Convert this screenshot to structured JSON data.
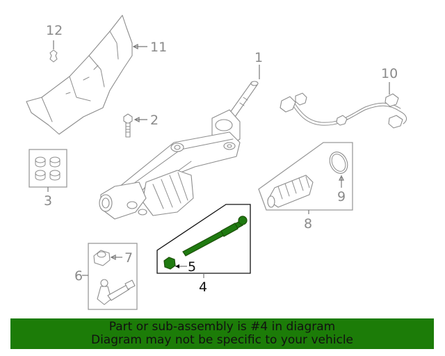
{
  "callouts": {
    "c1": "1",
    "c2": "2",
    "c3": "3",
    "c4": "4",
    "c5": "5",
    "c6": "6",
    "c7": "7",
    "c8": "8",
    "c9": "9",
    "c10": "10",
    "c11": "11",
    "c12": "12"
  },
  "banner": {
    "line1": "Part or sub-assembly is #4 in diagram",
    "line2": "Diagram may not be specific to your vehicle"
  },
  "colors": {
    "highlight": "#1f7a10",
    "banner": "#1c7c08"
  }
}
